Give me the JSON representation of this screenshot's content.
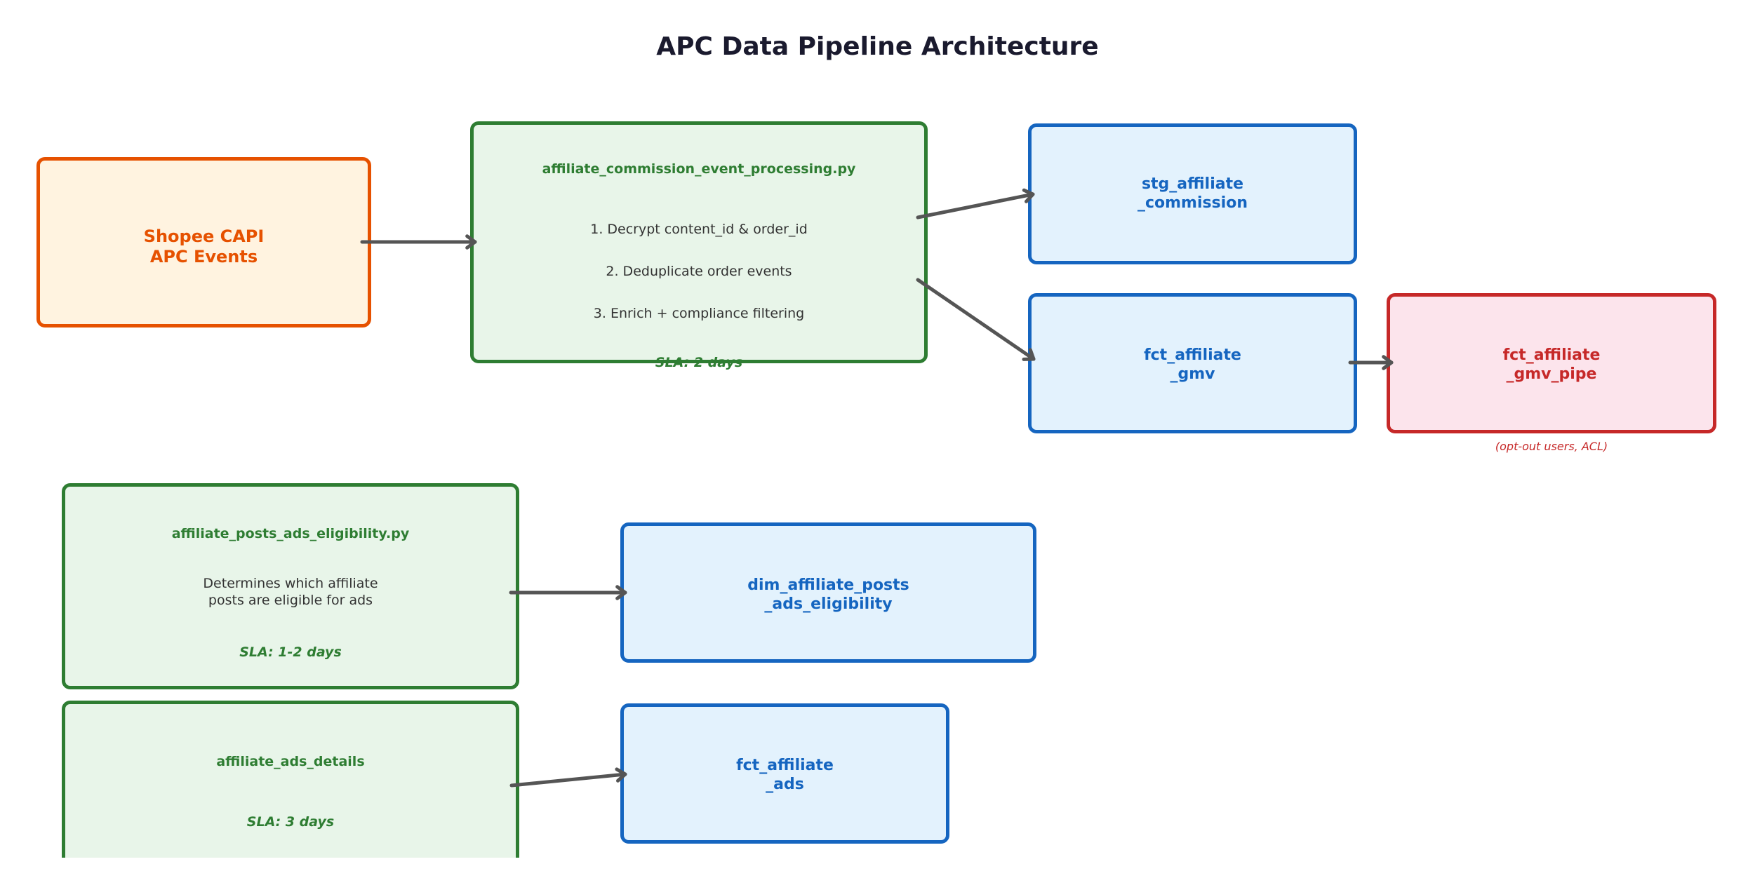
{
  "title": "APC Data Pipeline Architecture",
  "colors": {
    "source_border": "#e65100",
    "source_fill": "#fff3e0",
    "process_border": "#2e7d32",
    "process_fill": "#e8f5e9",
    "table_border": "#1565c0",
    "table_fill": "#e3f2fd",
    "restricted_border": "#c62828",
    "restricted_fill": "#fce4ec",
    "arrow": "#555555",
    "title": "#1a1a2e"
  },
  "nodes": {
    "source": {
      "label": "Shopee CAPI\nAPC Events",
      "type": "source"
    },
    "commission_processing": {
      "title": "affiliate_commission_event_processing.py",
      "steps": [
        "1. Decrypt content_id & order_id",
        "2. Deduplicate order events",
        "3. Enrich + compliance filtering"
      ],
      "sla": "SLA: 2 days",
      "type": "process"
    },
    "stg_commission": {
      "label": "stg_affiliate\n_commission",
      "type": "table"
    },
    "fct_gmv": {
      "label": "fct_affiliate\n_gmv",
      "type": "table"
    },
    "fct_gmv_pipe": {
      "label": "fct_affiliate\n_gmv_pipe",
      "caption": "(opt-out users, ACL)",
      "type": "restricted"
    },
    "posts_eligibility": {
      "title": "affiliate_posts_ads_eligibility.py",
      "description": "Determines which affiliate\nposts are eligible for ads",
      "sla": "SLA: 1-2 days",
      "type": "process"
    },
    "dim_posts_eligibility": {
      "label": "dim_affiliate_posts\n_ads_eligibility",
      "type": "table"
    },
    "ads_details": {
      "title": "affiliate_ads_details",
      "sla": "SLA: 3 days",
      "type": "process"
    },
    "fct_ads": {
      "label": "fct_affiliate\n_ads",
      "type": "table"
    }
  },
  "edges": [
    {
      "from": "source",
      "to": "commission_processing"
    },
    {
      "from": "commission_processing",
      "to": "stg_commission"
    },
    {
      "from": "commission_processing",
      "to": "fct_gmv"
    },
    {
      "from": "fct_gmv",
      "to": "fct_gmv_pipe"
    },
    {
      "from": "posts_eligibility",
      "to": "dim_posts_eligibility"
    },
    {
      "from": "ads_details",
      "to": "fct_ads"
    }
  ]
}
